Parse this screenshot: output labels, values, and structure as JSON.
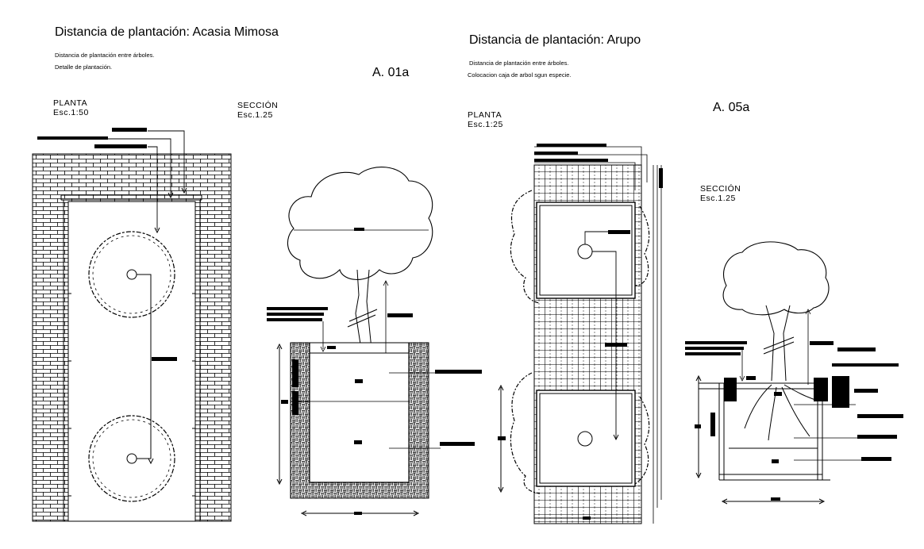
{
  "left": {
    "title": "Distancia de plantación: Acasia Mimosa",
    "note_1": "Distancia de plantación entre árboles.",
    "note_2": "Detalle de plantación.",
    "code": "A. 01a",
    "plan_label": "PLANTA",
    "plan_scale": "Esc.1:50",
    "section_label": "SECCIÓN",
    "section_scale": "Esc.1.25"
  },
  "right": {
    "title": "Distancia de plantación: Arupo",
    "note_1": "Distancia de plantación entre árboles.",
    "note_2": "Colocacion caja de arbol sgun especie.",
    "code": "A. 05a",
    "plan_label": "PLANTA",
    "plan_scale": "Esc.1:25",
    "section_label": "SECCIÓN",
    "section_scale": "Esc.1.25"
  },
  "colors": {
    "ink": "#000000",
    "background": "#ffffff"
  }
}
